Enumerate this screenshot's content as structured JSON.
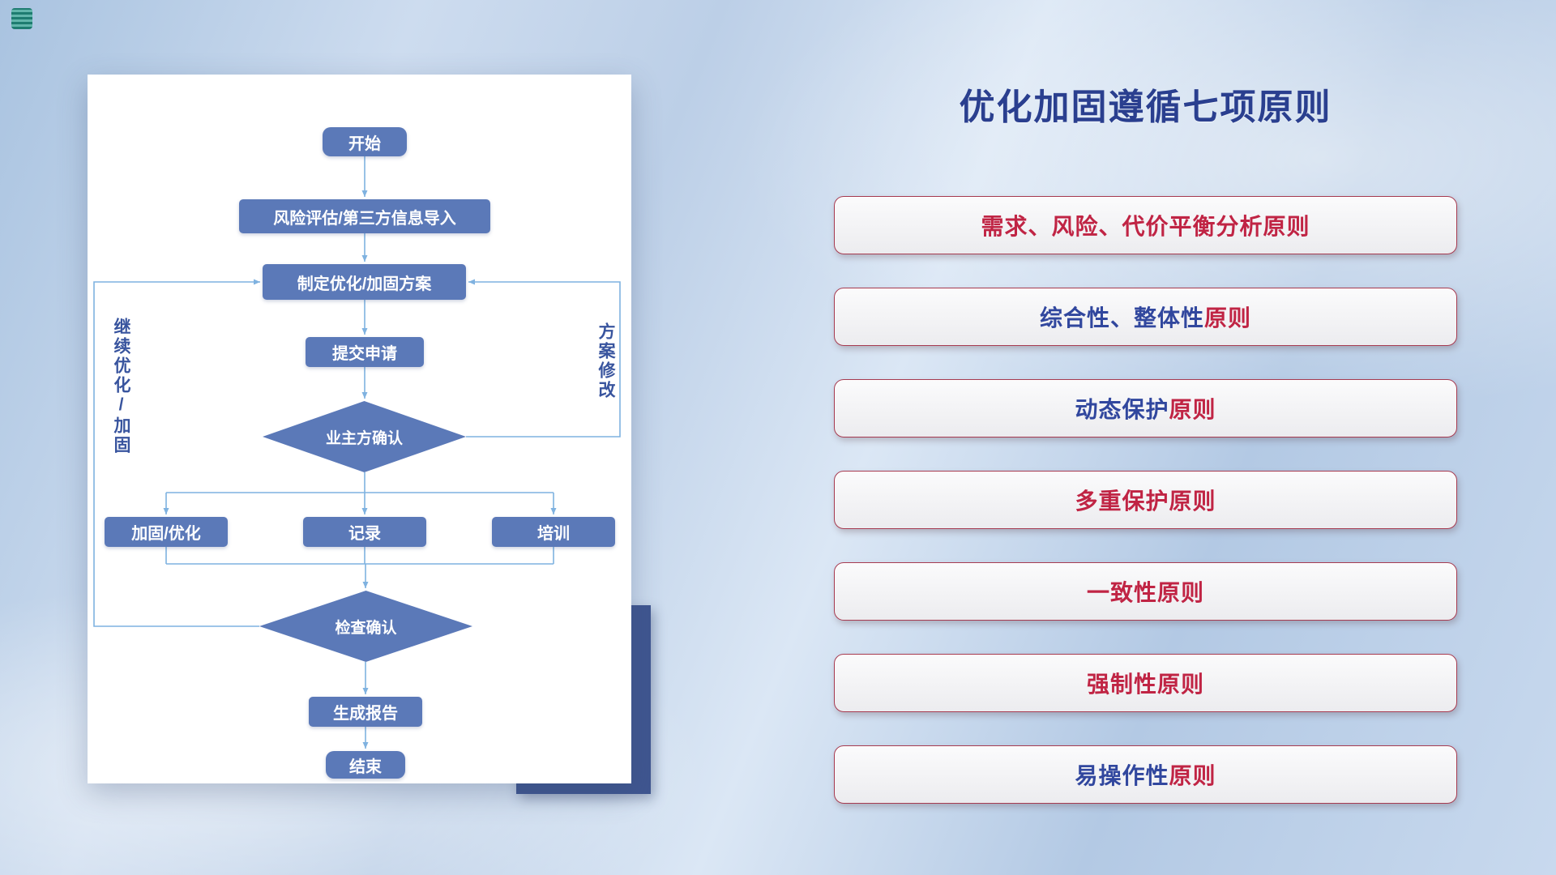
{
  "title": "优化加固遵循七项原则",
  "flowchart": {
    "nodes": {
      "start": "开始",
      "risk": "风险评估/第三方信息导入",
      "plan": "制定优化/加固方案",
      "submit": "提交申请",
      "owner_confirm": "业主方确认",
      "reinforce": "加固/优化",
      "record": "记录",
      "training": "培训",
      "check_confirm": "检查确认",
      "report": "生成报告",
      "end": "结束"
    },
    "labels": {
      "left_loop": "继续优化/加固",
      "right_loop": "方案修改"
    }
  },
  "principles": [
    {
      "blue": "",
      "red": "需求、风险、代价平衡分析原则"
    },
    {
      "blue": "综合性、整体性",
      "red": "原则"
    },
    {
      "blue": "动态保护",
      "red": "原则"
    },
    {
      "blue": "",
      "red": "多重保护原则"
    },
    {
      "blue": "",
      "red": "一致性原则"
    },
    {
      "blue": "",
      "red": "强制性原则"
    },
    {
      "blue": "易操作性",
      "red": "原则"
    }
  ],
  "colors": {
    "node_fill": "#5b79b8",
    "connector": "#7fb2e0",
    "title_blue": "#2a3f8f",
    "principle_red": "#c02444",
    "principle_blue": "#31479e",
    "principle_border": "#a63a50",
    "accent_rect": "#3f5690",
    "corner_logo": "#2e9e8f"
  }
}
